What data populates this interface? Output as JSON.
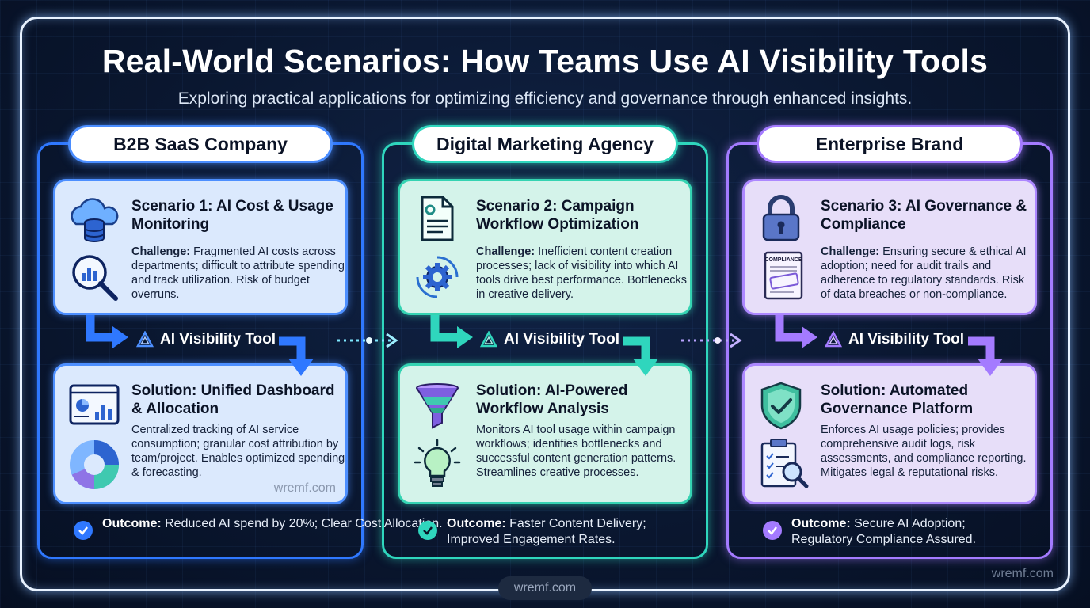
{
  "title": "Real-World Scenarios: How Teams Use AI Visibility Tools",
  "subtitle": "Exploring practical applications for optimizing efficiency and governance through enhanced insights.",
  "colors": {
    "blue": "#2f78ff",
    "teal": "#2fd6bd",
    "purple": "#a47bff",
    "background": "#0a1730"
  },
  "tool_label": "AI Visibility Tool",
  "columns": [
    {
      "header": "B2B SaaS Company",
      "scenario_title": "Scenario 1: AI Cost & Usage Monitoring",
      "challenge_label": "Challenge:",
      "challenge_text": "Fragmented AI costs across departments; difficult to attribute spending and track utilization. Risk of budget overruns.",
      "solution_title": "Solution: Unified Dashboard & Allocation",
      "solution_text": "Centralized tracking of AI service consumption; granular cost attribution by team/project. Enables optimized spending & forecasting.",
      "card_watermark": "wremf.com",
      "outcome_label": "Outcome:",
      "outcome_text": "Reduced AI spend by 20%; Clear Cost Allocation.",
      "icons": [
        "cloud-database-icon",
        "magnifier-chart-icon",
        "dashboard-icon",
        "donut-chart-icon"
      ]
    },
    {
      "header": "Digital Marketing Agency",
      "scenario_title": "Scenario 2: Campaign Workflow Optimization",
      "challenge_label": "Challenge:",
      "challenge_text": "Inefficient content creation processes; lack of visibility into which AI tools drive best performance. Bottlenecks in creative delivery.",
      "solution_title": "Solution: AI-Powered Workflow Analysis",
      "solution_text": "Monitors AI tool usage within campaign workflows; identifies bottlenecks and successful content generation patterns. Streamlines creative processes.",
      "outcome_label": "Outcome:",
      "outcome_text": "Faster Content Delivery; Improved Engagement Rates.",
      "icons": [
        "document-gear-icon",
        "gear-cycle-icon",
        "funnel-icon",
        "lightbulb-icon"
      ]
    },
    {
      "header": "Enterprise Brand",
      "scenario_title": "Scenario 3: AI Governance & Compliance",
      "challenge_label": "Challenge:",
      "challenge_text": "Ensuring secure & ethical AI adoption; need for audit trails and adherence to regulatory standards. Risk of data breaches or non-compliance.",
      "compliance_doc_label": "COMPLIANCE",
      "solution_title": "Solution: Automated Governance Platform",
      "solution_text": "Enforces AI usage policies; provides comprehensive audit logs, risk assessments, and compliance reporting. Mitigates legal & reputational risks.",
      "outcome_label": "Outcome:",
      "outcome_text": "Secure AI Adoption; Regulatory Compliance Assured.",
      "icons": [
        "padlock-icon",
        "compliance-document-icon",
        "shield-check-icon",
        "clipboard-search-icon"
      ]
    }
  ],
  "bottom_watermark": "wremf.com",
  "corner_watermark": "wremf.com"
}
